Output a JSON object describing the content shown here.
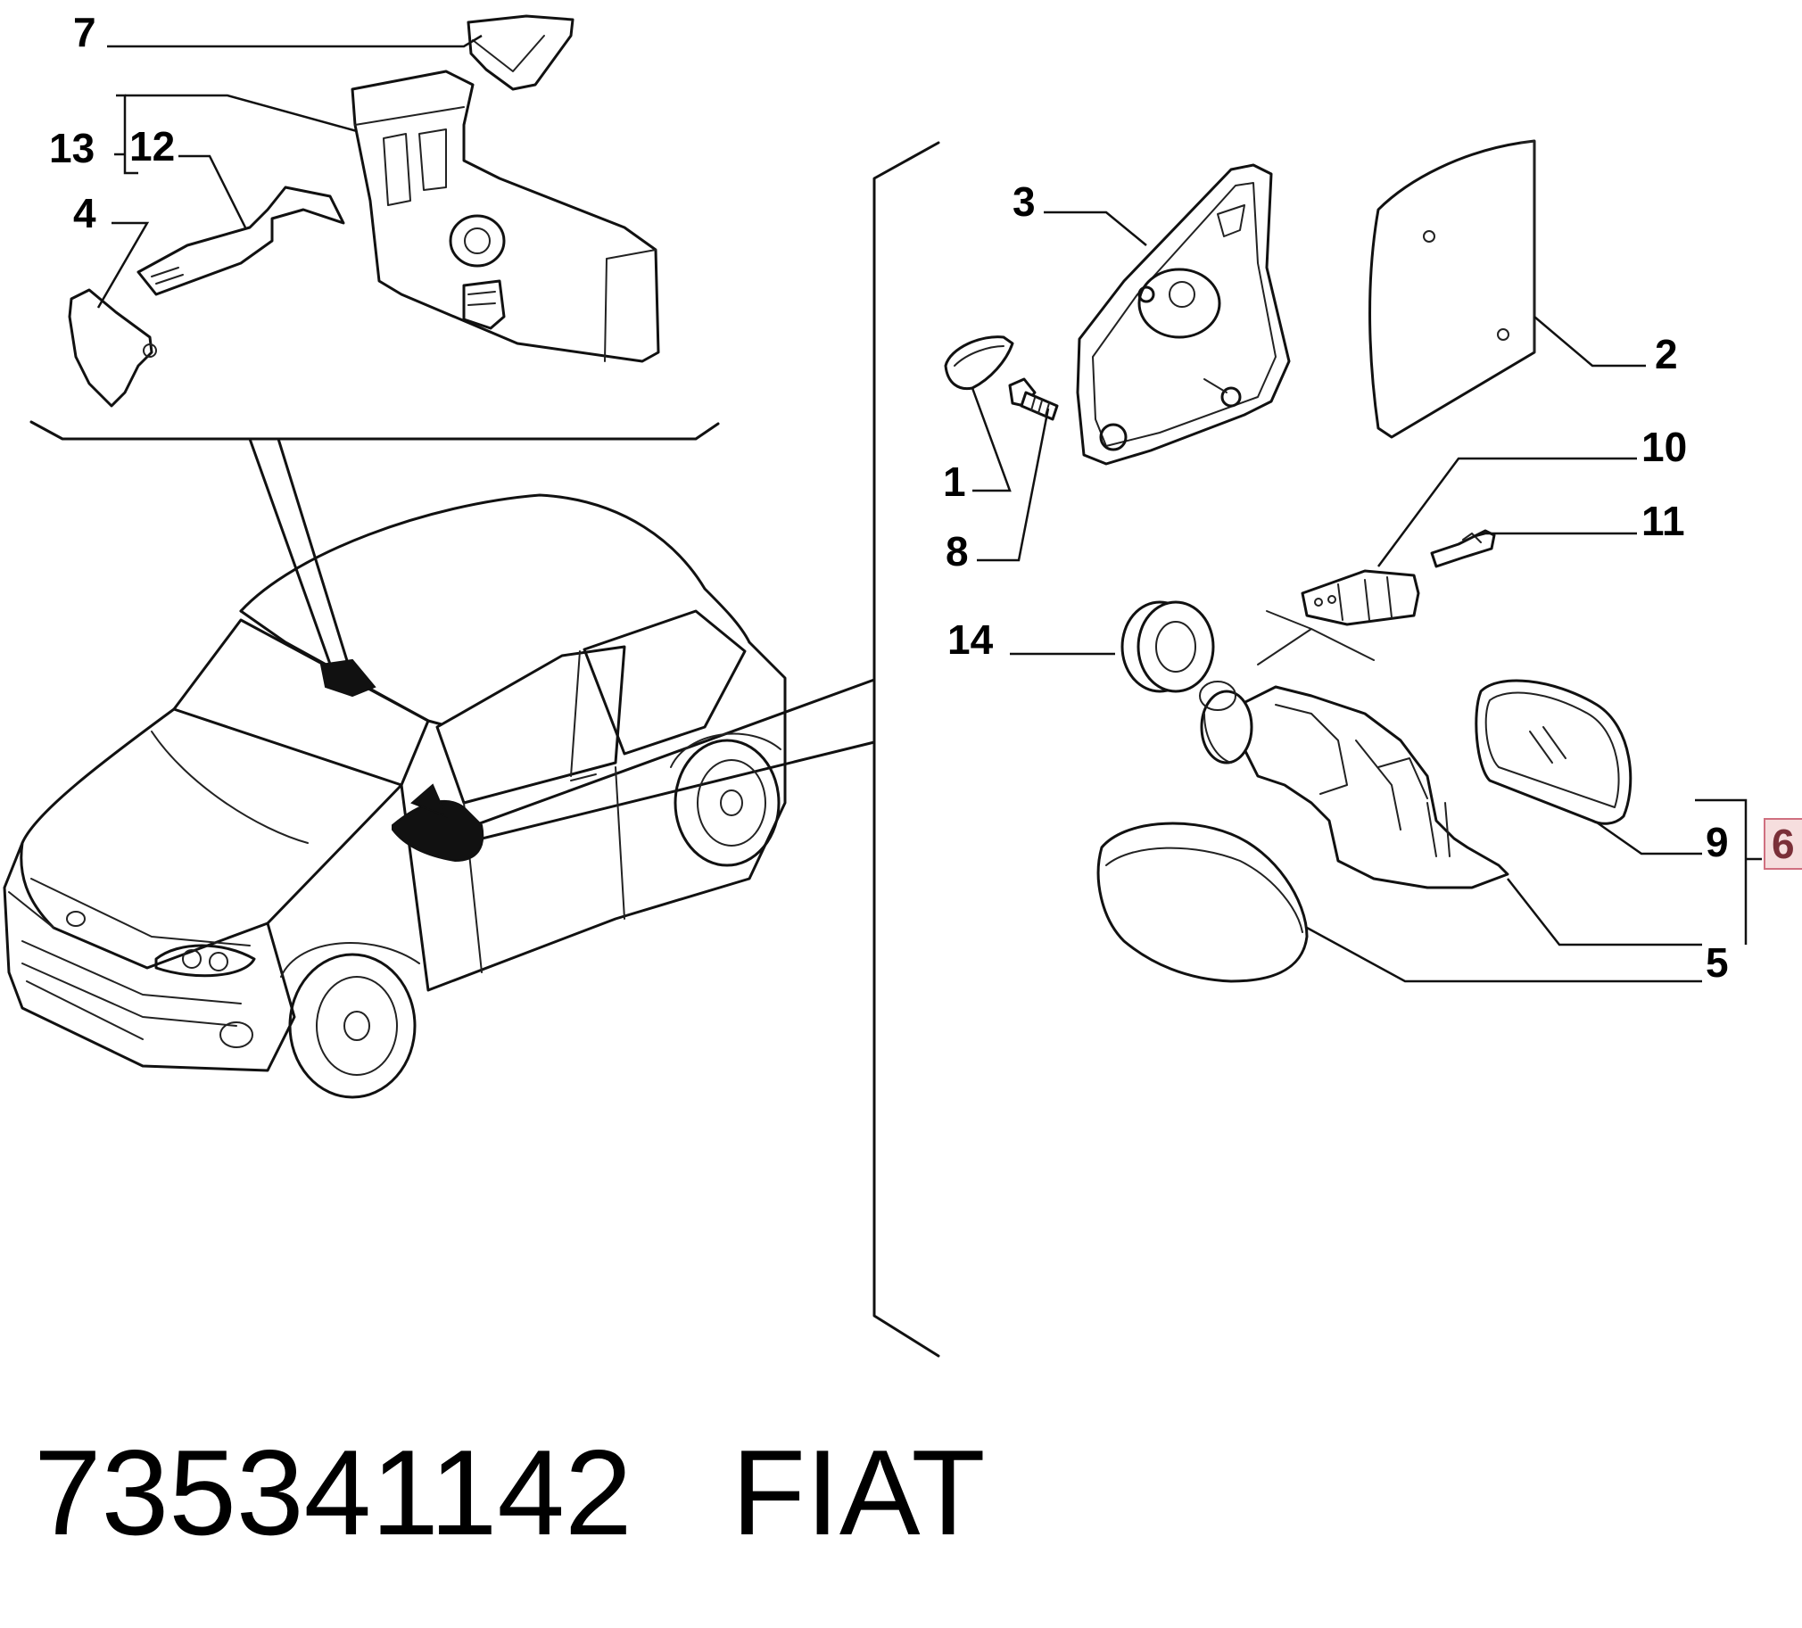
{
  "callouts": {
    "c7": "7",
    "c13": "13",
    "c12": "12",
    "c4": "4",
    "c3": "3",
    "c2": "2",
    "c1": "1",
    "c8": "8",
    "c10": "10",
    "c11": "11",
    "c14": "14",
    "c9": "9",
    "c6": "6",
    "c5": "5"
  },
  "footer": {
    "part_number": "735341142",
    "brand": "FIAT"
  },
  "colors": {
    "line": "#111111",
    "highlight_fill": "#f6dede",
    "highlight_stroke": "#d07080",
    "highlight_text": "#7a2f38"
  }
}
